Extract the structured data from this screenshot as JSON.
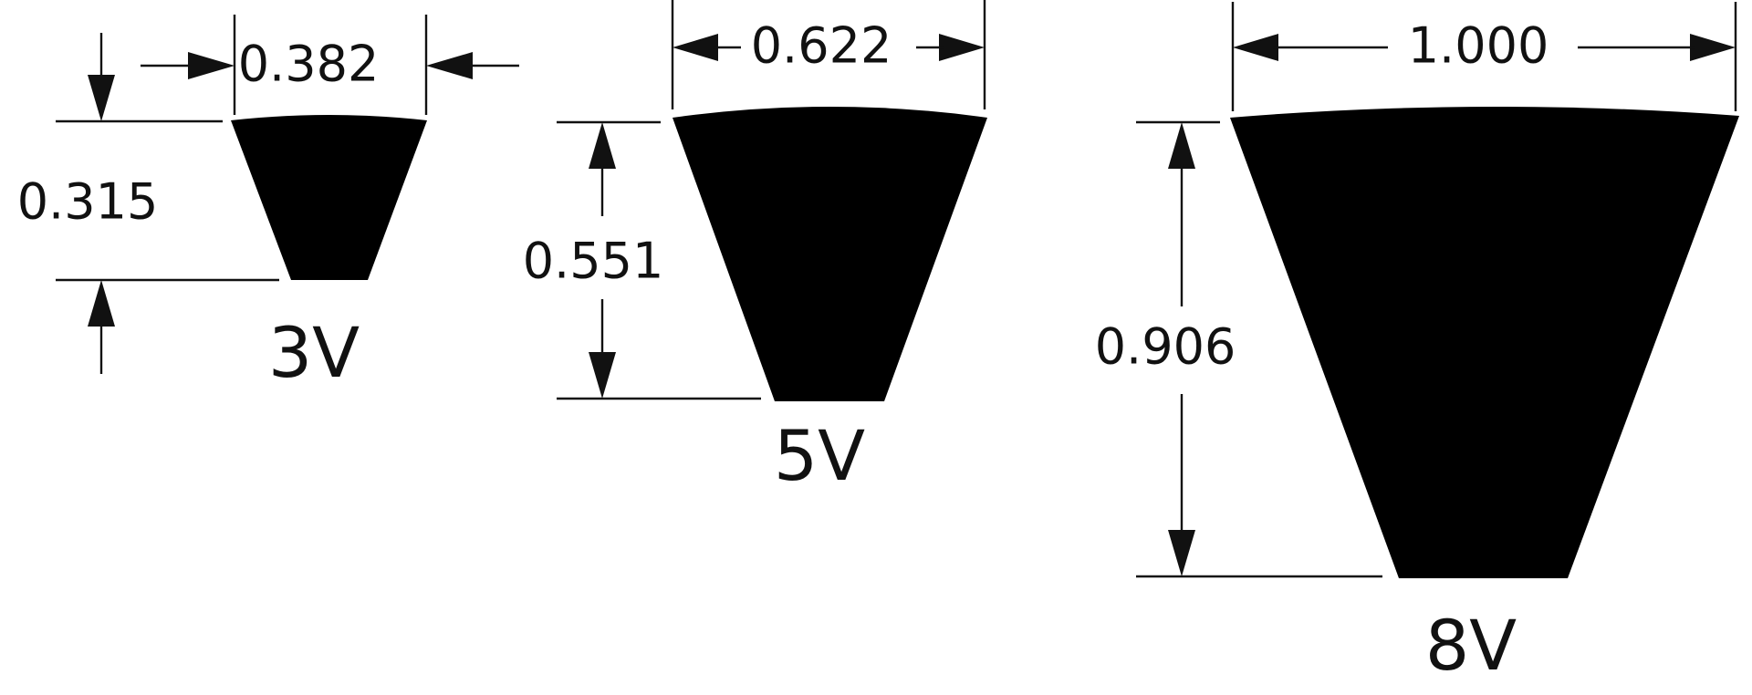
{
  "colors": {
    "profile": "#000000",
    "lines": "#111111",
    "background": "#ffffff"
  },
  "belts": [
    {
      "name": "3V",
      "top_width": "0.382",
      "depth": "0.315"
    },
    {
      "name": "5V",
      "top_width": "0.622",
      "depth": "0.551"
    },
    {
      "name": "8V",
      "top_width": "1.000",
      "depth": "0.906"
    }
  ]
}
